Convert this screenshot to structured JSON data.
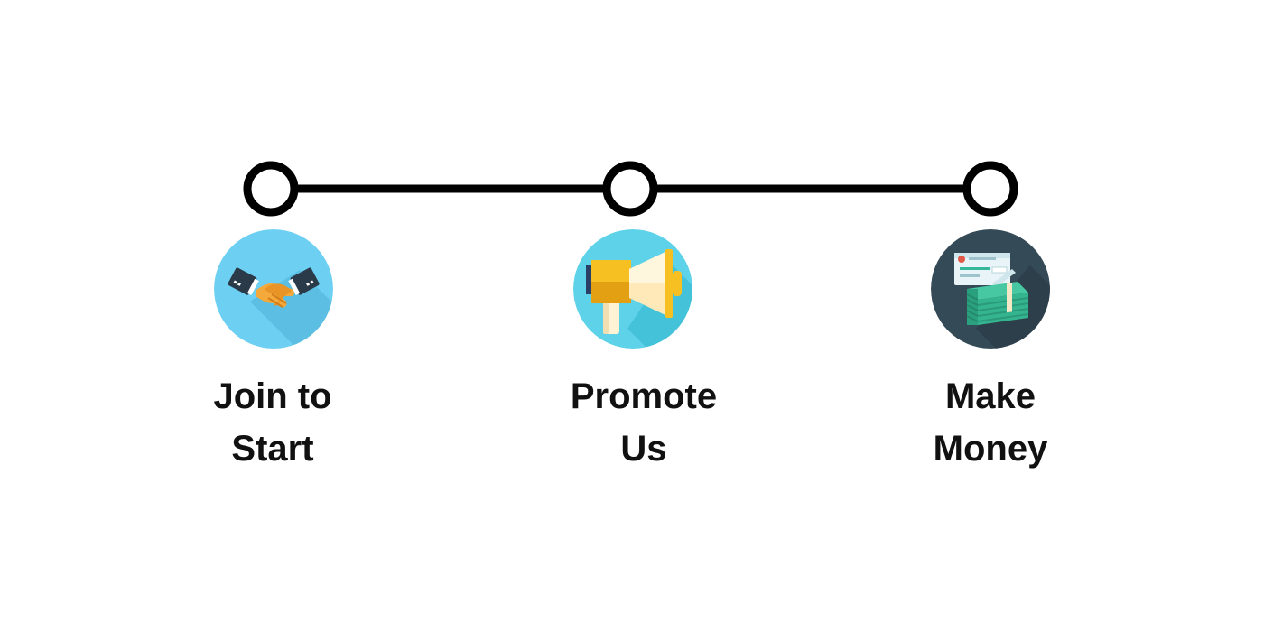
{
  "colors": {
    "line": "#000000",
    "node_fill": "#ffffff",
    "label": "#111111",
    "handshake_bg": "#6dcff1",
    "megaphone_bg": "#5ed2e8",
    "money_bg": "#344a57"
  },
  "steps": [
    {
      "line1": "Join to",
      "line2": "Start",
      "icon": "handshake-icon"
    },
    {
      "line1": "Promote",
      "line2": "Us",
      "icon": "megaphone-icon"
    },
    {
      "line1": "Make",
      "line2": "Money",
      "icon": "money-icon"
    }
  ]
}
